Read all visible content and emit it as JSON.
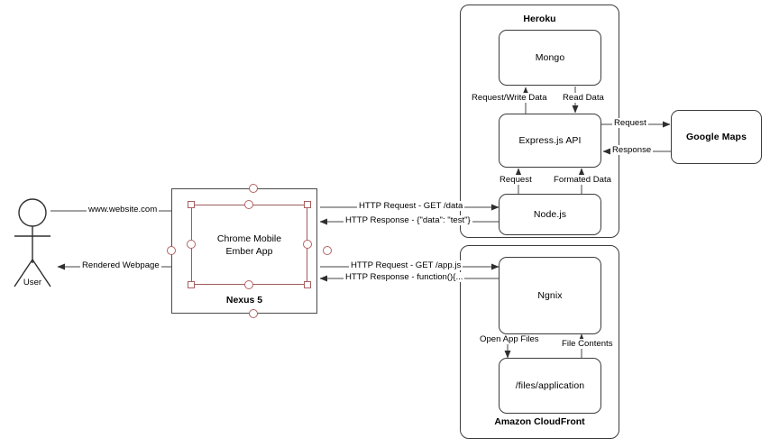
{
  "diagram": {
    "title": "Web application architecture diagram",
    "colors": {
      "stroke": "#3c3c3c",
      "edge": "#6b6b6b",
      "selection": "#a85f5f",
      "background": "#ffffff"
    },
    "actor": {
      "name": "User",
      "label": "User"
    },
    "device": {
      "caption": "Nexus 5",
      "screen_line1": "Chrome Mobile",
      "screen_line2": "Ember App"
    },
    "groups": [
      {
        "id": "heroku",
        "title": "Heroku",
        "title_position": "top"
      },
      {
        "id": "cloudfront",
        "title": "Amazon CloudFront",
        "title_position": "bottom"
      }
    ],
    "nodes": [
      {
        "id": "mongo",
        "label": "Mongo",
        "group": "heroku",
        "bold": false
      },
      {
        "id": "express",
        "label": "Express.js API",
        "group": "heroku",
        "bold": false
      },
      {
        "id": "nodejs",
        "label": "Node.js",
        "group": "heroku",
        "bold": false
      },
      {
        "id": "ngnix",
        "label": "Ngnix",
        "group": "cloudfront",
        "bold": false
      },
      {
        "id": "files",
        "label": "/files/application",
        "group": "cloudfront",
        "bold": false
      },
      {
        "id": "googlemaps",
        "label": "Google Maps",
        "group": null,
        "bold": true
      }
    ],
    "edges": [
      {
        "id": "user-to-device",
        "label": "www.website.com",
        "from": "user",
        "to": "device"
      },
      {
        "id": "device-to-user",
        "label": "Rendered Webpage",
        "from": "device",
        "to": "user"
      },
      {
        "id": "device-to-node-req",
        "label": "HTTP Request - GET /data",
        "from": "device",
        "to": "nodejs"
      },
      {
        "id": "node-to-device-resp",
        "label": "HTTP Response - {\"data\": \"test\"}",
        "from": "nodejs",
        "to": "device"
      },
      {
        "id": "device-to-ngnix-req",
        "label": "HTTP Request - GET /app.js",
        "from": "device",
        "to": "ngnix"
      },
      {
        "id": "ngnix-to-device-resp",
        "label": "HTTP Response - function(){...",
        "from": "ngnix",
        "to": "device"
      },
      {
        "id": "express-to-mongo",
        "label": "Request/Write Data",
        "from": "express",
        "to": "mongo"
      },
      {
        "id": "mongo-to-express",
        "label": "Read Data",
        "from": "mongo",
        "to": "express"
      },
      {
        "id": "node-to-express",
        "label": "Request",
        "from": "nodejs",
        "to": "express"
      },
      {
        "id": "express-to-node",
        "label": "Formated Data",
        "from": "express",
        "to": "nodejs"
      },
      {
        "id": "express-to-gmaps",
        "label": "Request",
        "from": "express",
        "to": "googlemaps"
      },
      {
        "id": "gmaps-to-express",
        "label": "Response",
        "from": "googlemaps",
        "to": "express"
      },
      {
        "id": "ngnix-to-files",
        "label": "Open App Files",
        "from": "ngnix",
        "to": "files"
      },
      {
        "id": "files-to-ngnix",
        "label": "File Contents",
        "from": "files",
        "to": "ngnix"
      }
    ]
  }
}
